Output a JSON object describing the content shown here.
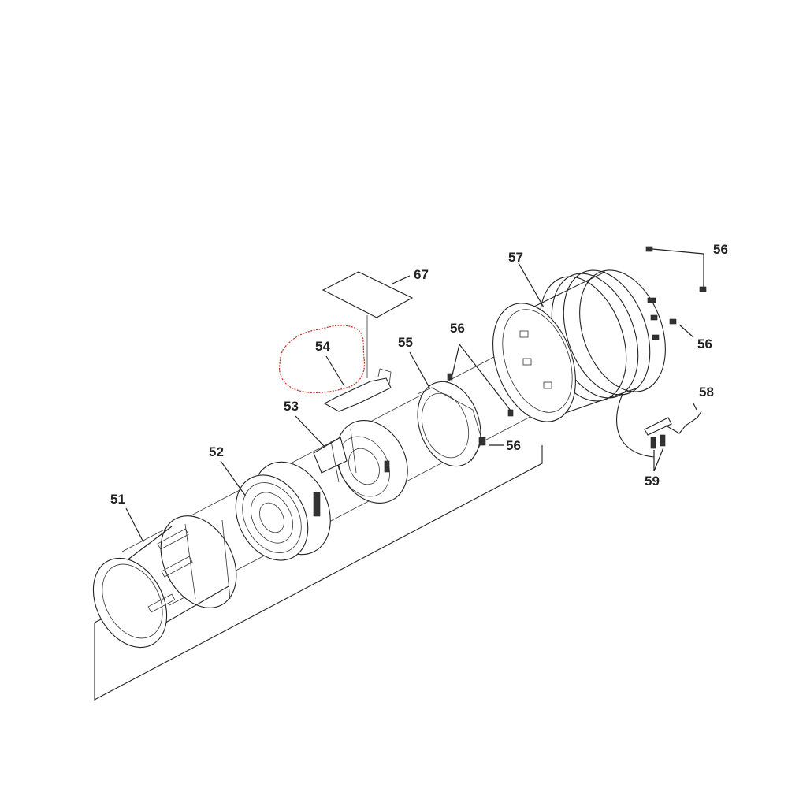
{
  "diagram": {
    "highlight_color": "#c0392b",
    "line_color": "#222222",
    "background": "#ffffff",
    "parts": [
      {
        "id": "p51",
        "label": "51"
      },
      {
        "id": "p52",
        "label": "52"
      },
      {
        "id": "p53",
        "label": "53"
      },
      {
        "id": "p54",
        "label": "54"
      },
      {
        "id": "p55",
        "label": "55"
      },
      {
        "id": "p56a",
        "label": "56"
      },
      {
        "id": "p56b",
        "label": "56"
      },
      {
        "id": "p56c",
        "label": "56"
      },
      {
        "id": "p56d",
        "label": "56"
      },
      {
        "id": "p57",
        "label": "57"
      },
      {
        "id": "p58",
        "label": "58"
      },
      {
        "id": "p59",
        "label": "59"
      },
      {
        "id": "p67",
        "label": "67"
      }
    ]
  }
}
